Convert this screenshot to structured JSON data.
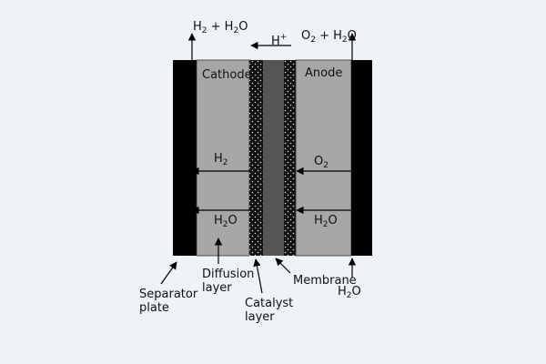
{
  "colors": {
    "background": "#eef3f7",
    "separator_plate": "#000000",
    "diffusion_layer": "#a6a6a6",
    "catalyst_layer": "#111111",
    "membrane": "#555555",
    "arrow": "#000000"
  },
  "top": {
    "left_formula": {
      "a": "H",
      "a_sub": "2",
      "mid": " + H",
      "b_sub": "2",
      "end": "O"
    },
    "ion": {
      "a": "H",
      "sup": "+"
    },
    "right_formula": {
      "a": "O",
      "a_sub": "2",
      "mid": " + H",
      "b_sub": "2",
      "end": "O"
    }
  },
  "inside": {
    "cathode": "Cathode",
    "anode": "Anode",
    "h2": {
      "a": "H",
      "sub": "2"
    },
    "o2": {
      "a": "O",
      "sub": "2"
    },
    "h2o_left": {
      "a": "H",
      "sub": "2",
      "end": "O"
    },
    "h2o_right": {
      "a": "H",
      "sub": "2",
      "end": "O"
    }
  },
  "callouts": {
    "separator_plate": "Separator plate",
    "diffusion_layer": "Diffusion layer",
    "catalyst_layer": "Catalyst layer",
    "membrane": "Membrane",
    "h2o_bottom": {
      "a": "H",
      "sub": "2",
      "end": "O"
    }
  }
}
